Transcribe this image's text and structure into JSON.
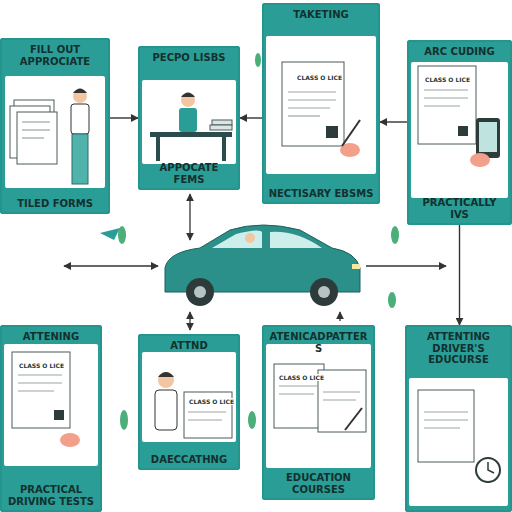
{
  "diagram": {
    "nodes": [
      {
        "text": [
          "FILL OUT APPROCIATE",
          "TILED FORMS"
        ]
      },
      {
        "text": [
          "PECPO LISBS",
          "APPOCATE FEMS"
        ]
      },
      {
        "text": [
          "TAKETING",
          "NECTISARY EBSMS"
        ]
      },
      {
        "text": [
          "ARC CUDING",
          "PRACTICALLY IVS"
        ]
      },
      {
        "text": [
          "ATTENING",
          "PRACTICAL DRIVING TESTS"
        ]
      },
      {
        "text": [
          "ATTND",
          "DAECCATHNG"
        ]
      },
      {
        "text": [
          "ATENICADPATTERS",
          "EDUCATION COURSES"
        ]
      },
      {
        "text": [
          "ATTENTING DRIVER'S EDUCURSE"
        ]
      }
    ],
    "edges": [
      {
        "from": 0,
        "to": 1,
        "arrow": "to"
      },
      {
        "from": 2,
        "to": 1,
        "arrow": "to"
      },
      {
        "from": 3,
        "to": 2,
        "arrow": "to"
      },
      {
        "from": 3,
        "to": 7,
        "arrow": "to"
      }
    ],
    "labels": [
      "CLASS O LICE",
      "CLASS O LICE",
      "CLASS O LICE",
      "CLASS O LICE",
      "CLASS O LICE"
    ]
  }
}
